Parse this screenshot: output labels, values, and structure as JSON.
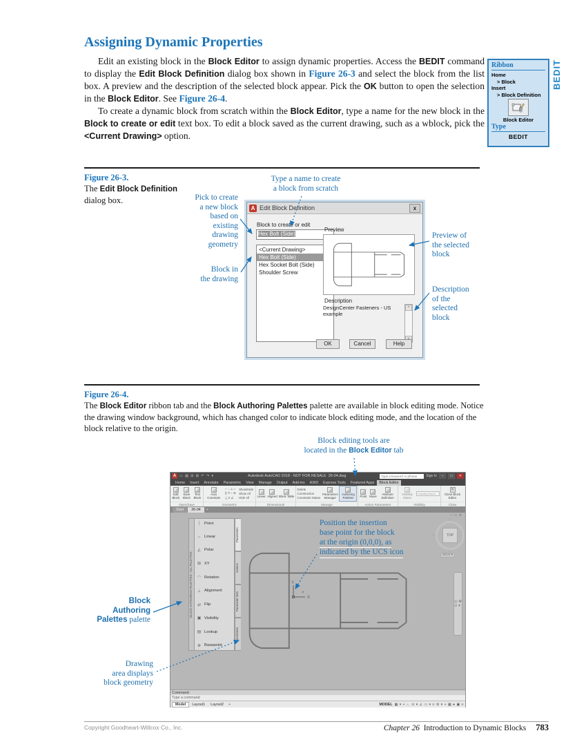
{
  "heading": "Assigning Dynamic Properties",
  "intro": {
    "p1": [
      "Edit an existing block in the ",
      "Block Editor",
      " to assign dynamic properties. Access the ",
      "BEDIT",
      " command to display the ",
      "Edit Block Definition",
      " dialog box shown in ",
      "Figure 26-3",
      " and select the block from the list box. A preview and the description of the selected block appear. Pick the ",
      "OK",
      " button to open the selection in the ",
      "Block Editor",
      ". See ",
      "Figure 26-4",
      "."
    ],
    "p2": [
      "To create a dynamic block from scratch within the ",
      "Block Editor",
      ", type a name for the new block in the ",
      "Block to create or edit",
      " text box. To edit a block saved as the current drawing, such as a wblock, pick the ",
      "<Current Drawing>",
      " option."
    ]
  },
  "ribbon_box": {
    "title": "Ribbon",
    "nav": [
      "Home",
      "> Block",
      "Insert",
      "> Block Definition"
    ],
    "tool_label": "Block Editor",
    "type_title": "Type",
    "command": "BEDIT",
    "side_label": "BEDIT"
  },
  "fig3": {
    "label": "Figure 26-3.",
    "caption": [
      "The ",
      "Edit Block Definition",
      " dialog box."
    ],
    "callouts": {
      "type_name": "Type a name to create\na block from scratch",
      "pick_create": "Pick to create\na new block\nbased on\nexisting\ndrawing\ngeometry",
      "block_in": "Block in\nthe drawing",
      "preview": "Preview of\nthe selected\nblock",
      "description": "Description\nof the\nselected\nblock"
    },
    "dialog": {
      "title": "Edit Block Definition",
      "close_glyph": "x",
      "field_label": "Block to create or edit",
      "field_value": "Hex Bolt (Side)",
      "list_items": [
        "<Current Drawing>",
        "Hex Bolt (Side)",
        "Hex Socket Bolt (Side)",
        "Shoulder Screw"
      ],
      "selected_item": "Hex Bolt (Side)",
      "preview_label": "Preview",
      "description_label": "Description",
      "description_text": "DesignCenter Fasteners - US example",
      "scroll_up": "^",
      "scroll_down": "v",
      "buttons": [
        "OK",
        "Cancel",
        "Help"
      ]
    }
  },
  "fig4": {
    "label": "Figure 26-4.",
    "caption": [
      "The ",
      "Block Editor",
      " ribbon tab and the ",
      "Block Authoring Palettes",
      " palette are available in block editing mode. Notice the drawing window background, which has changed color to indicate block editing mode, and the location of the block relative to the origin."
    ],
    "callout_tools": [
      "Block editing tools are\nlocated in the ",
      "Block Editor",
      " tab"
    ],
    "callout_position": [
      "Position the insertion",
      "base point for the block",
      "at the origin (0,0,0), as",
      "indicated by the UCS icon"
    ],
    "callout_palette": [
      "Block\nAuthoring\nPalettes",
      " palette"
    ],
    "callout_drawing": "Drawing\narea displays\nblock geometry",
    "acad": {
      "app_title": "Autodesk AutoCAD 2018 - NOT FOR RESALE",
      "doc_name": "26-04.dwg",
      "search_placeholder": "Type a keyword or phrase",
      "signin": "Sign In",
      "qat_icons": "▭ ▤ ⊟ ⊞ ↶ ↷ ▾",
      "window_min": "–",
      "window_max": "□",
      "window_close": "✕",
      "tabs": [
        "Home",
        "Insert",
        "Annotate",
        "Parametric",
        "View",
        "Manage",
        "Output",
        "Add-ins",
        "A360",
        "Express Tools",
        "Featured Apps",
        "Block Editor"
      ],
      "active_tab": "Block Editor",
      "panel_toggle": "▾",
      "panels": [
        {
          "name": "Open/Save",
          "buttons": [
            "Edit Block",
            "Save Block",
            "Test Block"
          ]
        },
        {
          "name": "Geometric",
          "auto": "Auto Constrain",
          "buttons": [
            "Show/Hide",
            "Show All",
            "Hide All"
          ]
        },
        {
          "name": "Dimensional",
          "buttons": [
            "Linear",
            "Aligned",
            "Block Table"
          ]
        },
        {
          "name": "Manage",
          "small": [
            "Delete",
            "Construction",
            "Constraint Status"
          ],
          "buttons": [
            "Parameters Manager",
            "Authoring Palettes"
          ]
        },
        {
          "name": "Action Parameters",
          "buttons": [
            "Point",
            "Move",
            "Attribute Definition"
          ]
        },
        {
          "name": "Visibility",
          "buttons": [
            "Visibility States"
          ],
          "combo": "VisibilityState0"
        },
        {
          "name": "Close",
          "buttons": [
            "Close Block Editor"
          ]
        }
      ],
      "file_tabs": [
        "Start",
        "26-04"
      ],
      "new_tab": "+",
      "palette": {
        "title": "BLOCK AUTHORING PALETTES - ALL PALETTES",
        "items": [
          {
            "label": "Point",
            "glyph": "┆"
          },
          {
            "label": "Linear",
            "glyph": "↔"
          },
          {
            "label": "Polar",
            "glyph": "∠"
          },
          {
            "label": "XY",
            "glyph": "⊞"
          },
          {
            "label": "Rotation",
            "glyph": "◠"
          },
          {
            "label": "Alignment",
            "glyph": "⊥"
          },
          {
            "label": "Flip",
            "glyph": "⇄"
          },
          {
            "label": "Visibility",
            "glyph": "▣"
          },
          {
            "label": "Lookup",
            "glyph": "▤"
          },
          {
            "label": "Basepoint",
            "glyph": "⊕"
          }
        ],
        "tabs": [
          "Parameters",
          "Actions",
          "Parameter Sets",
          "Constraints"
        ]
      },
      "viewcube": {
        "top": "TOP",
        "wcs": "WCS ▾",
        "compass": [
          "N",
          "E",
          "S",
          "W"
        ]
      },
      "navbar_icons": "◎ ✥ ⊙ ▾",
      "drawing_controls": "– □ ✕",
      "ucs": {
        "x": "X",
        "y": "Y",
        "marker": "×"
      },
      "command_rows": [
        "Command:",
        "Type a command"
      ],
      "layout_tabs": [
        "Model",
        "Layout1",
        "Layout2"
      ],
      "layout_new": "+",
      "status_label": "MODEL",
      "status_icons": "▦ ▾ + ∟ ⊙ ▾ ∠ ▭ ▾ ≡ ⚙ ▾ + ▦ ● ▣ ≡"
    }
  },
  "footer": {
    "copyright": "Copyright Goodheart-Willcox Co., Inc.",
    "chapter": "Chapter 26",
    "title": "Introduction to Dynamic Blocks",
    "page": "783"
  }
}
